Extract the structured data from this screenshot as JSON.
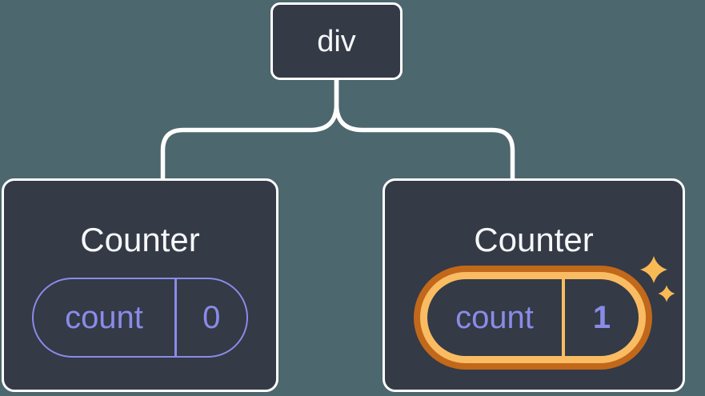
{
  "diagram": {
    "root": {
      "label": "div"
    },
    "children": [
      {
        "title": "Counter",
        "state": {
          "key": "count",
          "value": "0"
        },
        "highlighted": false
      },
      {
        "title": "Counter",
        "state": {
          "key": "count",
          "value": "1"
        },
        "highlighted": true
      }
    ]
  },
  "colors": {
    "background": "#4C676D",
    "node_fill": "#343A46",
    "node_border": "#FFFFFF",
    "connector": "#FFFFFF",
    "title_text": "#F6F7F9",
    "state_purple": "#8A8BE8",
    "highlight_dark_orange": "#C2681A",
    "highlight_light_orange": "#FABC62",
    "sparkle": "#F8BA55"
  },
  "icons": {
    "sparkle": "sparkle-icon"
  }
}
